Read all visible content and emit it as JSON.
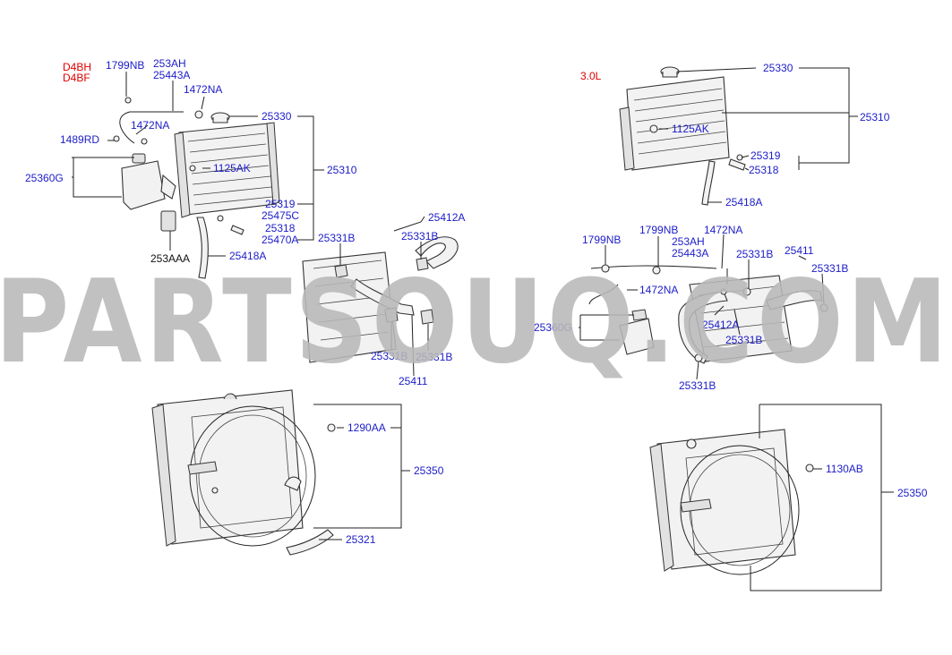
{
  "watermark": "PARTSOUQ.COM",
  "left_group": {
    "engines": [
      "D4BH",
      "D4BF"
    ],
    "labels": {
      "p1799NB": "1799NB",
      "p253AH": "253AH",
      "p25443A": "25443A",
      "p1472NA_top": "1472NA",
      "p1472NA_mid": "1472NA",
      "p1489RD": "1489RD",
      "p25330": "25330",
      "p25360G": "25360G",
      "p1125AK": "1125AK",
      "p25310": "25310",
      "p25319": "25319",
      "p25475C": "25475C",
      "p25318": "25318",
      "p25470A": "25470A",
      "p253AAA": "253AAA",
      "p25418A": "25418A",
      "p25331B_1": "25331B",
      "p25331B_2": "25331B",
      "p25412A": "25412A",
      "p25331B_3": "25331B",
      "p25331B_4": "25331B",
      "p25411": "25411",
      "p1290AA": "1290AA",
      "p25350": "25350",
      "p25321": "25321"
    }
  },
  "right_group": {
    "engine": "3.0L",
    "labels": {
      "p25330": "25330",
      "p25310": "25310",
      "p1125AK": "1125AK",
      "p25319": "25319",
      "p25318": "25318",
      "p25418A": "25418A",
      "p1799NB_a": "1799NB",
      "p1799NB_b": "1799NB",
      "p1472NA_a": "1472NA",
      "p253AH": "253AH",
      "p25443A": "25443A",
      "p25331B_a": "25331B",
      "p25411": "25411",
      "p25331B_b": "25331B",
      "p1472NA_b": "1472NA",
      "p25360G": "25360G",
      "p25412A": "25412A",
      "p25331B_c": "25331B",
      "p25331B_d": "25331B",
      "p1130AB": "1130AB",
      "p25350": "25350"
    }
  },
  "colors": {
    "label": "#1c1cc8",
    "engine": "#e00000",
    "watermark": "#b9b9b9"
  }
}
